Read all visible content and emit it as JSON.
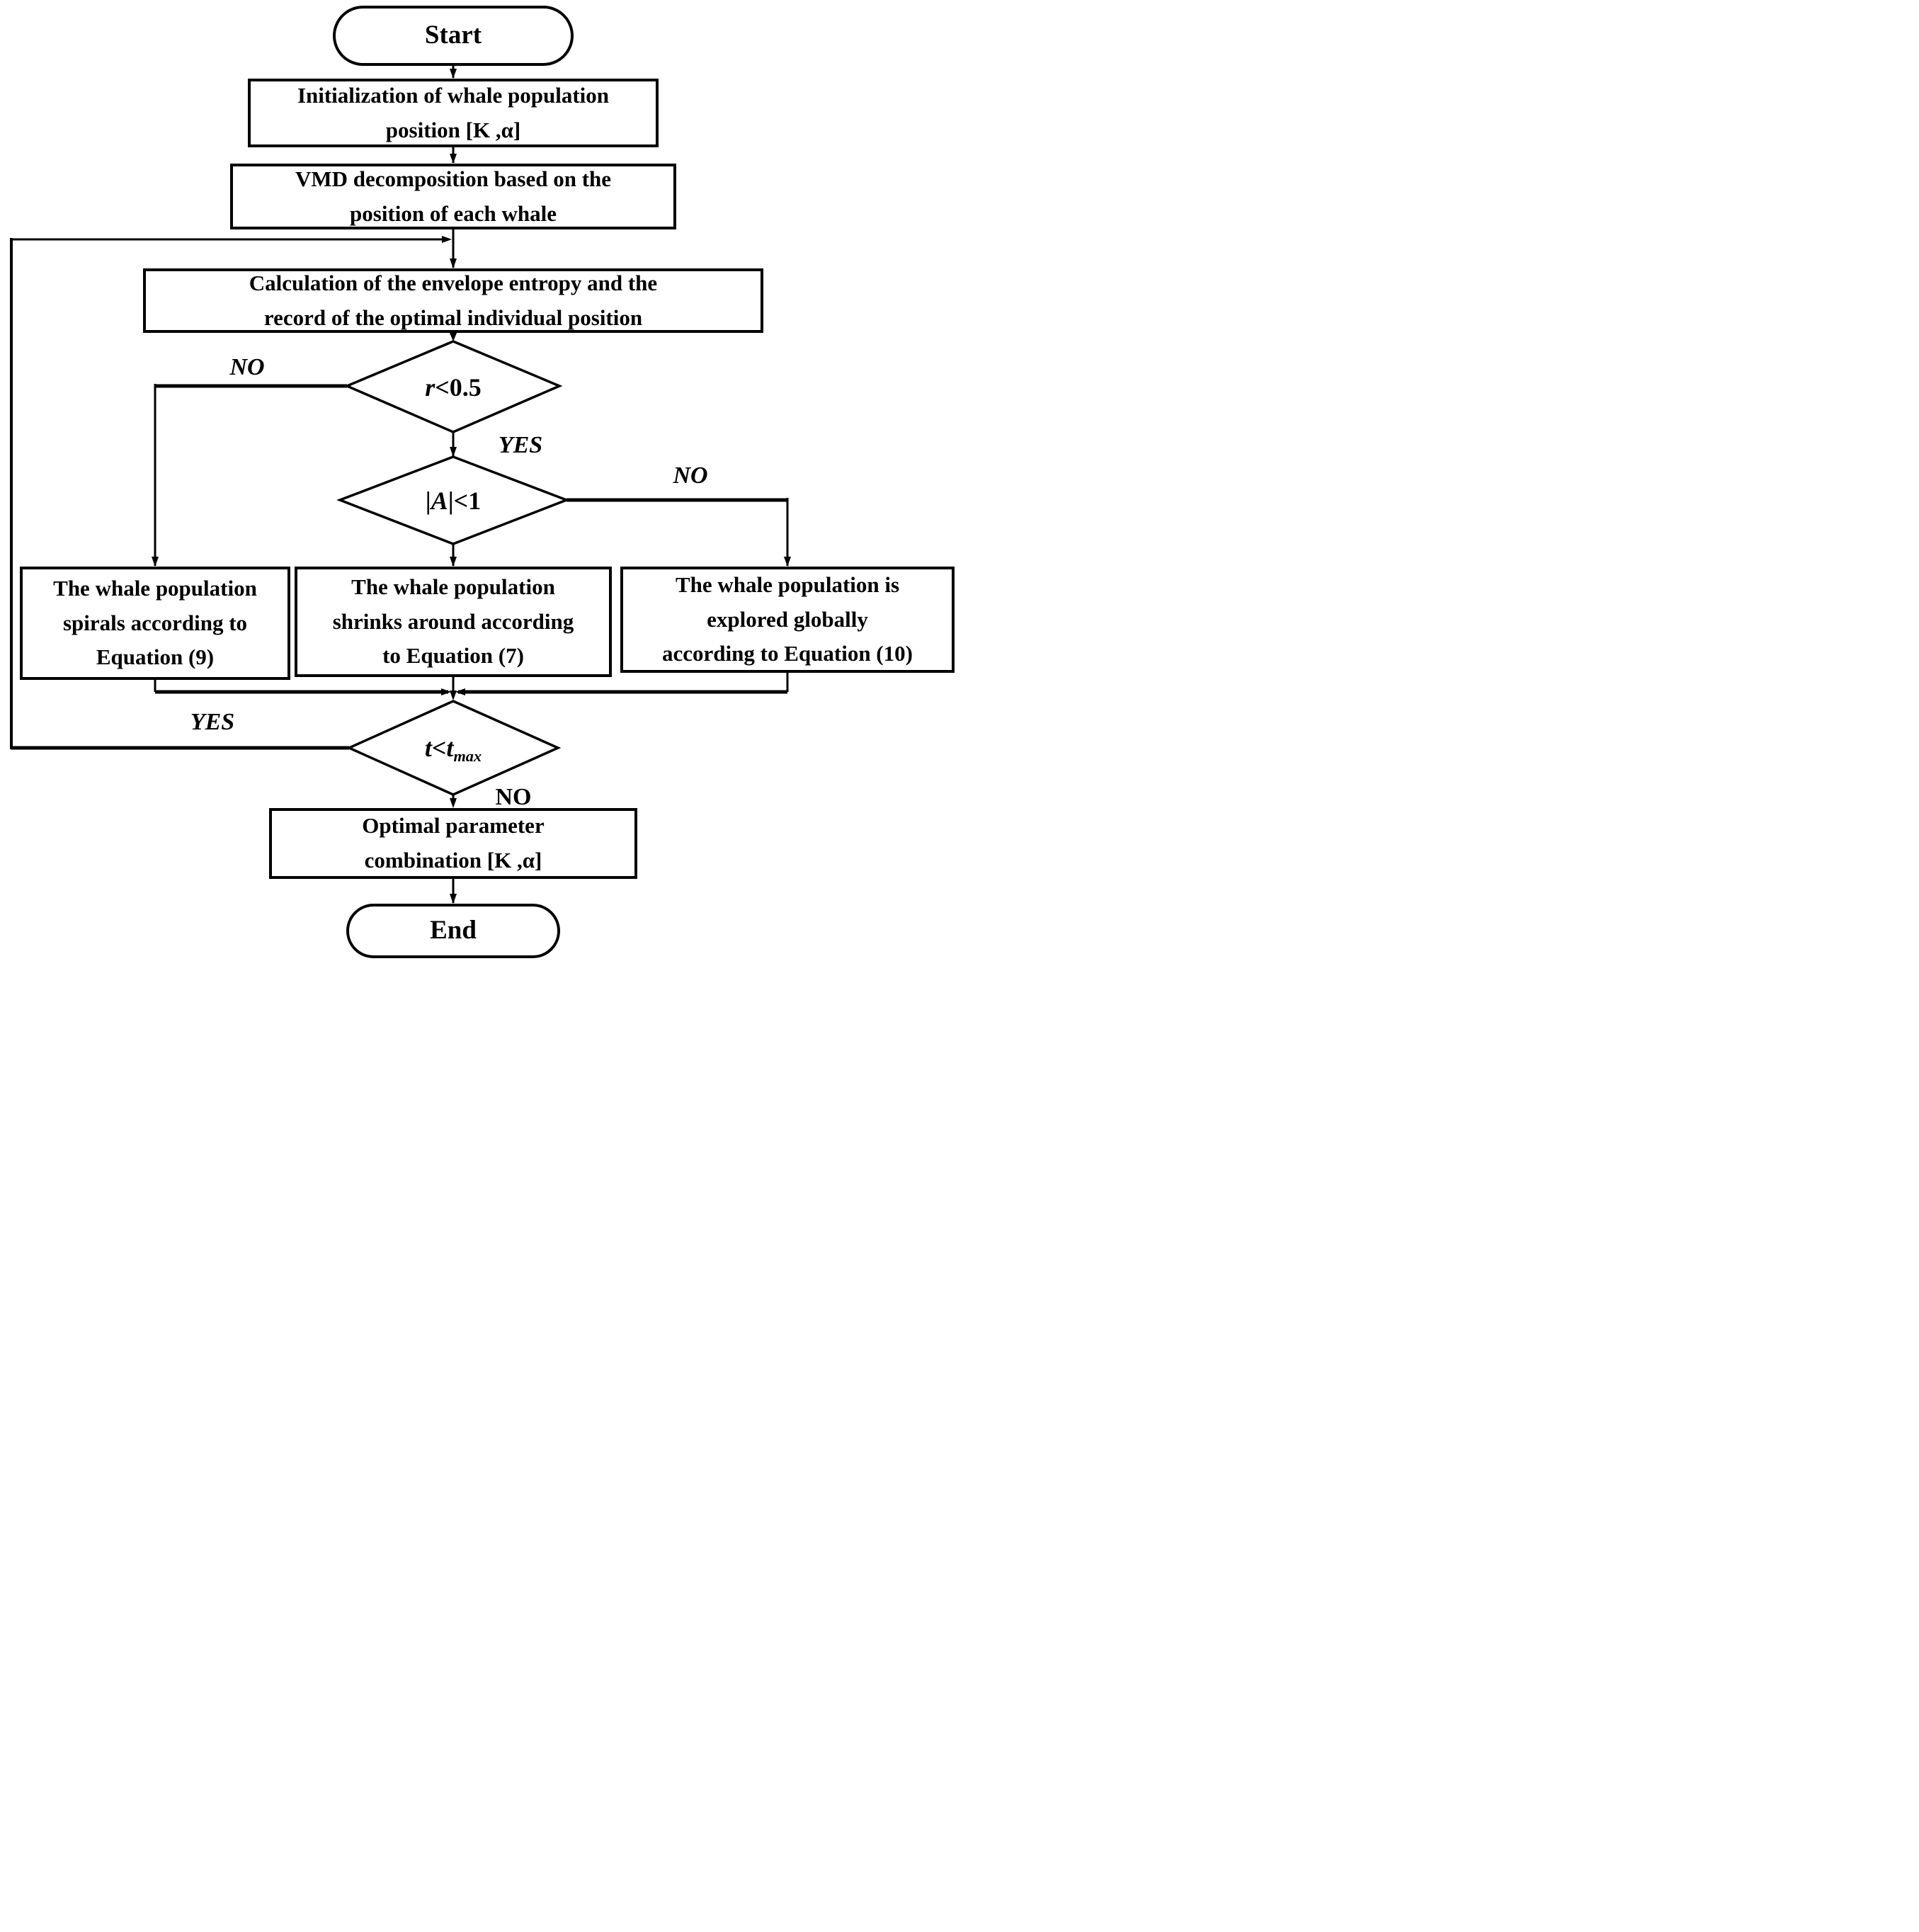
{
  "figure": {
    "background": "#ffffff",
    "line_color": "#000000"
  },
  "nodes": {
    "start": {
      "label": "Start"
    },
    "init": {
      "line1": "Initialization of whale population",
      "line2": "position [K ,α]"
    },
    "vmd": {
      "line1": "VMD decomposition based on the",
      "line2": "position of each whale"
    },
    "calc": {
      "line1": "Calculation of the envelope entropy and the",
      "line2": "record of the optimal individual position"
    },
    "decision_r": {
      "var": "r",
      "condition": "<0.5"
    },
    "decision_a": {
      "pre": "|",
      "var": "A",
      "post": "|<1"
    },
    "spiral": {
      "line1": "The whale population",
      "line2": "spirals according to",
      "line3": "Equation (9)"
    },
    "shrink": {
      "line1": "The whale population",
      "line2": "shrinks around according",
      "line3": "to Equation (7)"
    },
    "explore": {
      "line1": "The whale population is",
      "line2": "explored globally",
      "line3": "according to Equation (10)"
    },
    "decision_t": {
      "var": "t",
      "lt": "<",
      "base": "t",
      "sub": "max"
    },
    "optimal": {
      "line1": "Optimal parameter",
      "line2": "combination [K ,α]"
    },
    "end": {
      "label": "End"
    }
  },
  "edge_labels": {
    "r_no": "NO",
    "r_yes": "YES",
    "a_no": "NO",
    "t_yes": "YES",
    "t_no": "NO"
  }
}
